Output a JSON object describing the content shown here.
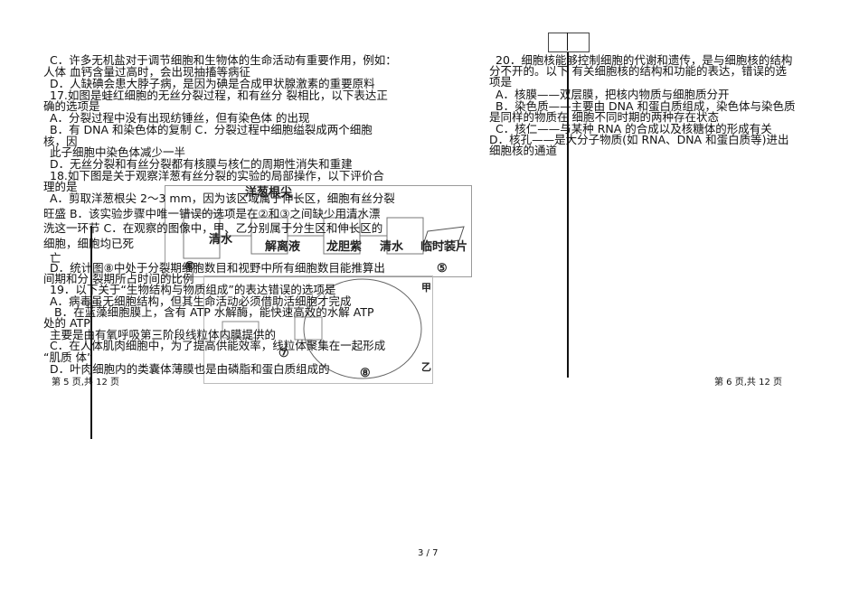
{
  "left_column": {
    "lines": [
      "C．许多无机盐对于调节细胞和生物体的生命活动有重要作用，例如：",
      "人体 血钙含量过高时，会出现抽搐等病征",
      "D．人缺碘会患大脖子病，是因为碘是合成甲状腺激素的重要原料",
      "17.如图是蛙红细胞的无丝分裂过程，和有丝分 裂相比，以下表达正",
      "确的选项是",
      "A．分裂过程中没有出现纺锤丝，但有染色体 的出现",
      "B．有 DNA 和染色体的复制 C．分裂过程中细胞缢裂成两个细胞",
      "核，因",
      "此子细胞中染色体减少一半",
      "D．无丝分裂和有丝分裂都有核膜与核仁的周期性消失和重建",
      "18.如下图是关于观察洋葱有丝分裂的实验的局部操作，以下评价合",
      "理的是",
      "A．剪取洋葱根尖 2～3 mm，因为该区域属于伸长区，细胞有丝分裂",
      "旺盛 B．该实验步骤中唯一错误的选项是在②和③之间缺少用清水漂",
      "洗这一环节 C．在观察的图像中，甲、乙分别属于分生区和伸长区的",
      "细胞，细胞均已死",
      "亡",
      "D．统计图⑧中处于分裂期细胞数目和视野中所有细胞数目能推算出",
      "间期和分 裂期所占时间的比例",
      "19．以下关于“生物结构与物质组成”的表达错误的选项是",
      "A．病毒虽无细胞结构，但其生命活动必须借助活细胞才完成",
      "B．在蓝藻细胞膜上，含有 ATP 水解酶，能快速高效的水解 ATP",
      "处的 ATP",
      "主要是由有氧呼吸第三阶段线粒体内膜提供的",
      "C．在人体肌肉细胞中，为了提高供能效率，线粒体聚集在一起形成",
      "“肌质 体”",
      "D．叶肉细胞内的类囊体薄膜也是由磷脂和蛋白质组成的"
    ],
    "footer": "第 5 页,共 12 页"
  },
  "right_column": {
    "lines": [
      "20．细胞核能够控制细胞的代谢和遗传，是与细胞核的结构",
      "分不开的。以下 有关细胞核的结构和功能的表达，错误的选",
      "项是",
      "A．核膜——双层膜，把核内物质与细胞质分开",
      "B．染色质——主要由 DNA 和蛋白质组成，染色体与染色质",
      "是同样的物质在 细胞不同时期的两种存在状态",
      "C．核仁——与某种 RNA 的合成以及核糖体的形成有关",
      "D．核孔——是大分子物质(如 RNA、DNA 和蛋白质等)进出",
      "细胞核的通道"
    ],
    "footer": "第 6 页,共 12 页"
  },
  "figure": {
    "labels": [
      "洋葱根尖",
      "清水",
      "解离液",
      "龙胆紫",
      "清水",
      "临时装片",
      "⑤",
      "⑥",
      "⑦",
      "⑧",
      "甲",
      "乙"
    ]
  },
  "page_number": "3 / 7"
}
